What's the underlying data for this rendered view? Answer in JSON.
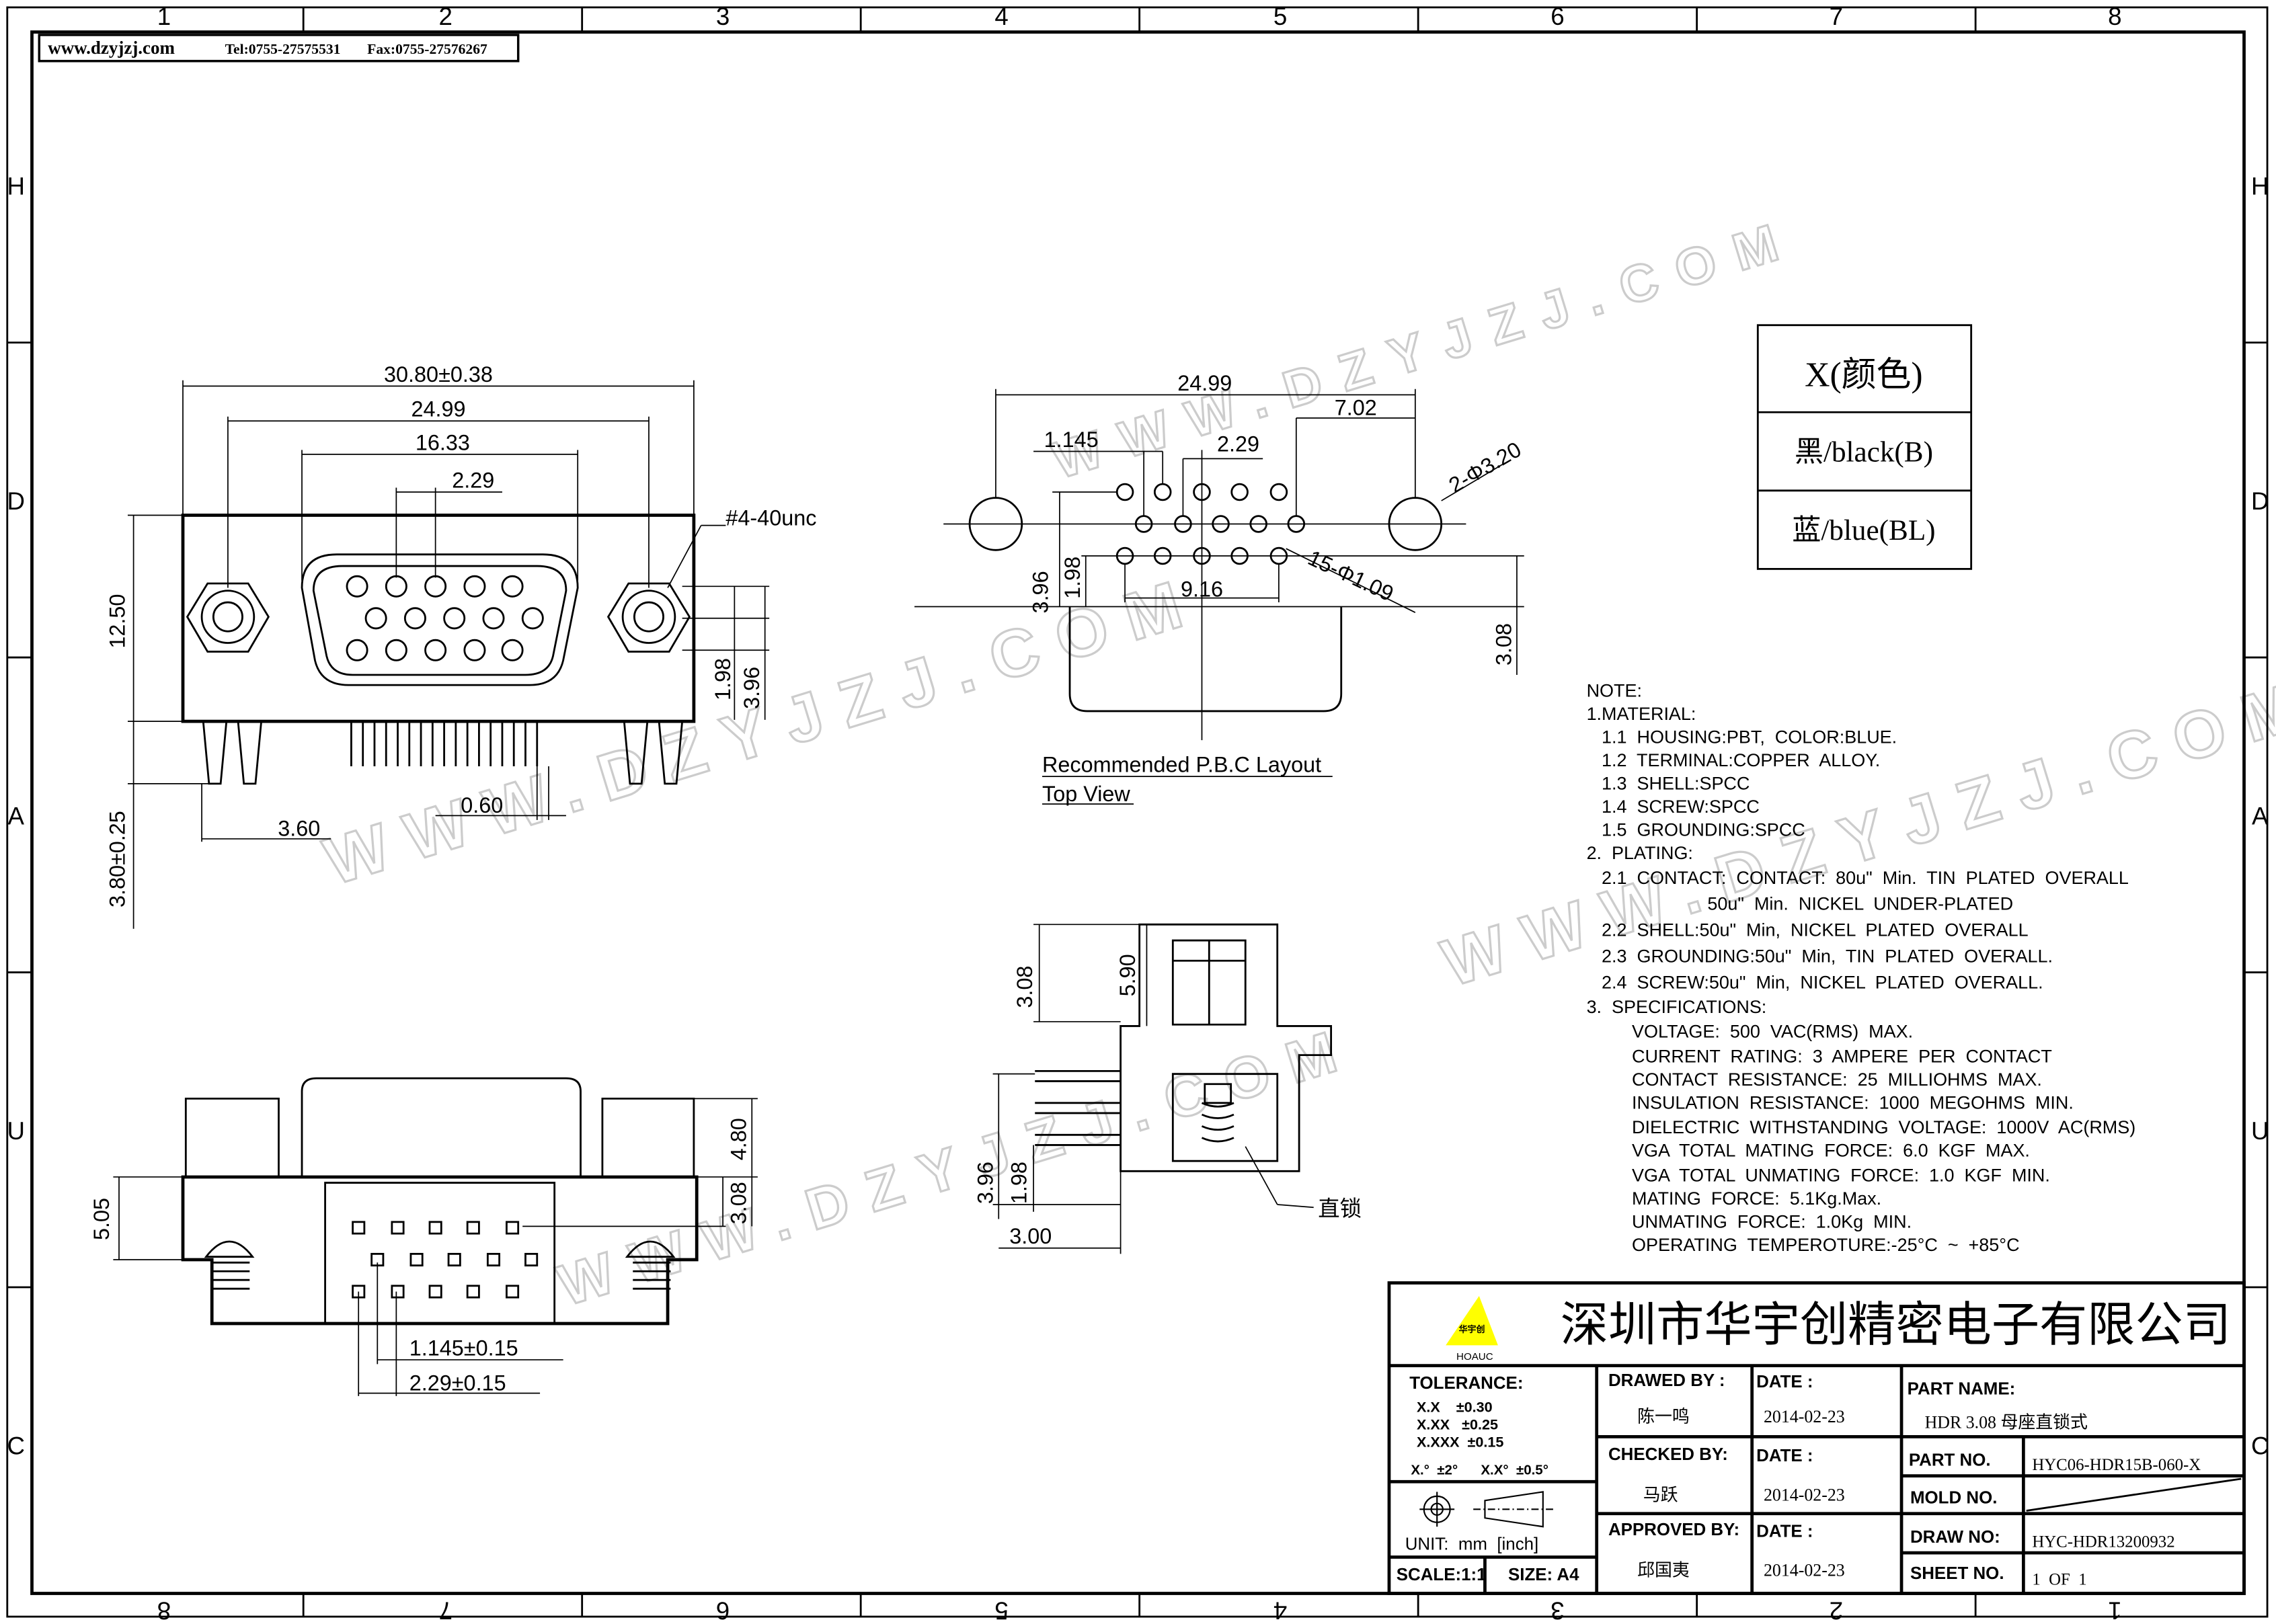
{
  "header": {
    "website": "www.dzyjzj.com",
    "tel": "Tel:0755-27575531",
    "fax": "Fax:0755-27576267"
  },
  "grid": {
    "columns": [
      "1",
      "2",
      "3",
      "4",
      "5",
      "6",
      "7",
      "8"
    ],
    "rows": [
      "H",
      "D",
      "A",
      "U",
      "C"
    ]
  },
  "watermark": "WWW.DZYJZJ.COM",
  "front_view": {
    "overall": "30.80±0.38",
    "screw_pitch": "24.99",
    "shell_width": "16.33",
    "pin_pitch": "2.29",
    "thread": "#4-40unc",
    "height": "12.50",
    "row1": "1.98",
    "row2": "3.96",
    "tail": "3.80±0.25",
    "tail_offset": "3.60",
    "pin_width": "0.60"
  },
  "pcb_layout": {
    "width": "24.99",
    "offset": "7.02",
    "pitch_half": "1.145",
    "pitch": "2.29",
    "holes_big": "2-Φ3.20",
    "holes_small": "15-Φ1.09",
    "row_span": "9.16",
    "row_a": "3.96",
    "row_b": "1.98",
    "depth": "3.08",
    "caption1": "Recommended P.B.C Layout",
    "caption2": "Top View"
  },
  "side_view": {
    "d1": "3.08",
    "d2": "5.90",
    "d3": "3.96",
    "d4": "1.98",
    "d5": "3.00",
    "lock_label": "直锁"
  },
  "bottom_view": {
    "d1": "5.05",
    "d2": "4.80",
    "d3": "3.08",
    "d4": "1.145±0.15",
    "d5": "2.29±0.15"
  },
  "color_table": {
    "header": "X(颜色)",
    "rows": [
      "黑/black(B)",
      "蓝/blue(BL)"
    ]
  },
  "notes": [
    "NOTE:",
    "1.MATERIAL:",
    "   1.1  HOUSING:PBT,  COLOR:BLUE.",
    "   1.2  TERMINAL:COPPER  ALLOY.",
    "   1.3  SHELL:SPCC",
    "   1.4  SCREW:SPCC",
    "   1.5  GROUNDING:SPCC",
    "2.  PLATING:",
    "   2.1  CONTACT:  CONTACT:  80u\"  Min.  TIN  PLATED  OVERALL",
    "                        50u\"  Min.  NICKEL  UNDER-PLATED",
    "   2.2  SHELL:50u\"  Min,  NICKEL  PLATED  OVERALL",
    "   2.3  GROUNDING:50u\"  Min,  TIN  PLATED  OVERALL.",
    "   2.4  SCREW:50u\"  Min,  NICKEL  PLATED  OVERALL.",
    "3.  SPECIFICATIONS:",
    "         VOLTAGE:  500  VAC(RMS)  MAX.",
    "         CURRENT  RATING:  3  AMPERE  PER  CONTACT",
    "         CONTACT  RESISTANCE:  25  MILLIOHMS  MAX.",
    "         INSULATION  RESISTANCE:  1000  MEGOHMS  MIN.",
    "         DIELECTRIC  WITHSTANDING  VOLTAGE:  1000V  AC(RMS)",
    "         VGA  TOTAL  MATING  FORCE:  6.0  KGF  MAX.",
    "         VGA  TOTAL  UNMATING  FORCE:  1.0  KGF  MIN.",
    "         MATING  FORCE:  5.1Kg.Max.",
    "         UNMATING  FORCE:  1.0Kg  MIN.",
    "         OPERATING  TEMPEROTURE:-25°C  ~  +85°C"
  ],
  "title_block": {
    "logo_text": "HOAUC",
    "logo_cn": "华宇创",
    "company": "深圳市华宇创精密电子有限公司",
    "tolerance_label": "TOLERANCE:",
    "tolerances": [
      "X.X    ±0.30",
      "X.XX   ±0.25",
      "X.XXX  ±0.15"
    ],
    "angle_tol": "X.°  ±2°      X.X°  ±0.5°",
    "unit": "UNIT:  mm  [inch]",
    "scale": "SCALE:1:1",
    "size": "SIZE:  A4",
    "drawed_by_label": "DRAWED  BY :",
    "drawed_by": "陈一鸣",
    "checked_by_label": "CHECKED  BY:",
    "checked_by": "马跃",
    "approved_by_label": "APPROVED  BY:",
    "approved_by": "邱国夷",
    "date_label": "DATE :",
    "dates": [
      "2014-02-23",
      "2014-02-23",
      "2014-02-23"
    ],
    "part_name_label": "PART  NAME:",
    "part_name": "HDR 3.08 母座直锁式",
    "part_no_label": "PART  NO.",
    "part_no": "HYC06-HDR15B-060-X",
    "mold_no_label": "MOLD  NO.",
    "draw_no_label": "DRAW  NO:",
    "draw_no": "HYC-HDR13200932",
    "sheet_no_label": "SHEET  NO.",
    "sheet_no": "1  OF  1",
    "logo_color": "#ffff00"
  }
}
